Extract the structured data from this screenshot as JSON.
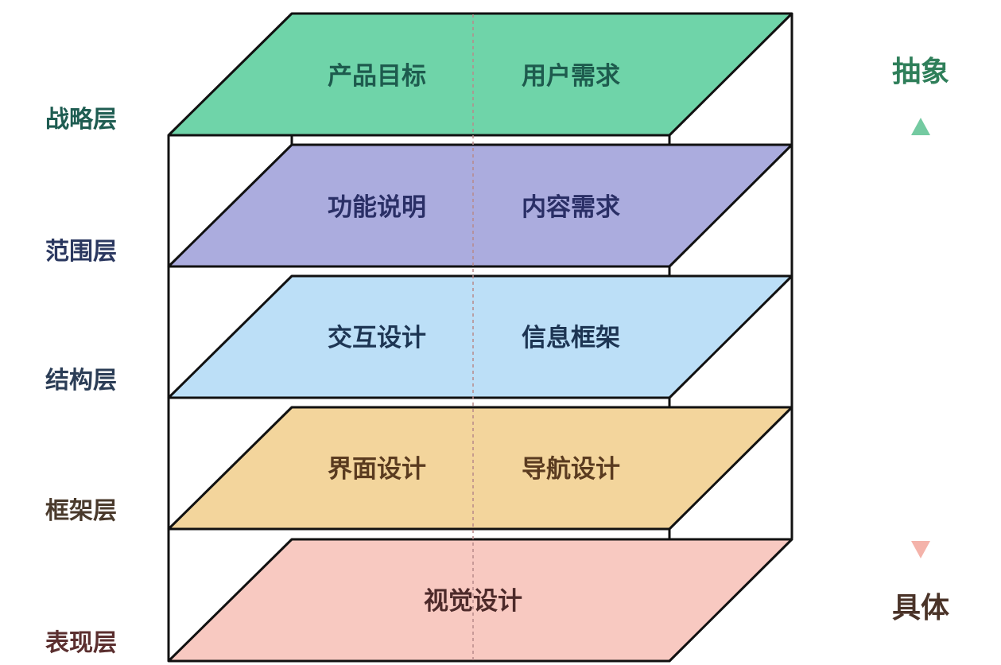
{
  "layers": [
    {
      "label": "战略层",
      "color": "#6fd4a9",
      "label_color": "#1f5d52",
      "text_color": "#1e5b4e",
      "items": [
        "产品目标",
        "用户需求"
      ]
    },
    {
      "label": "范围层",
      "color": "#abacde",
      "label_color": "#2b3860",
      "text_color": "#2a2f66",
      "items": [
        "功能说明",
        "内容需求"
      ]
    },
    {
      "label": "结构层",
      "color": "#bcdff7",
      "label_color": "#2b3d56",
      "text_color": "#1d3553",
      "items": [
        "交互设计",
        "信息框架"
      ]
    },
    {
      "label": "框架层",
      "color": "#f3d59c",
      "label_color": "#4a3a2c",
      "text_color": "#5a3b20",
      "items": [
        "界面设计",
        "导航设计"
      ]
    },
    {
      "label": "表现层",
      "color": "#f8c9c1",
      "label_color": "#5b2f2f",
      "text_color": "#4d2a2a",
      "items": [
        "视觉设计"
      ]
    }
  ],
  "axis": {
    "top_label": "抽象",
    "bottom_label": "具体",
    "top_color": "#2f7f5a",
    "bottom_color": "#4a3328",
    "arrow_top_color": "#74caa1",
    "arrow_bottom_color": "#f4b3aa"
  }
}
